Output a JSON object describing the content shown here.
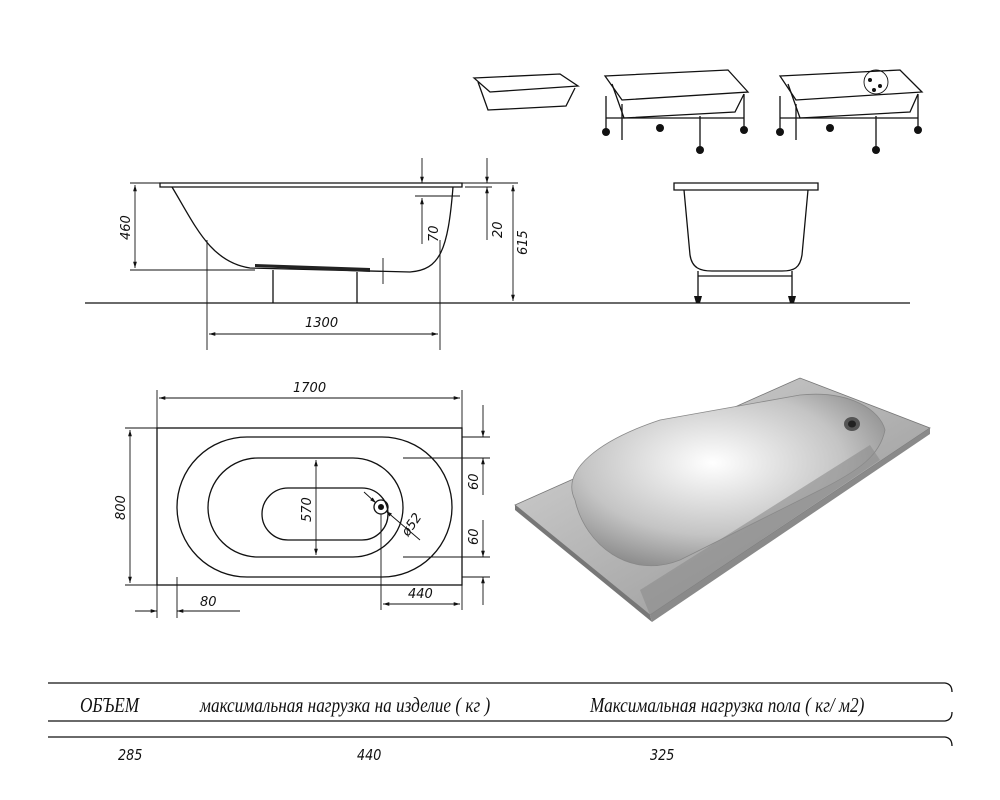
{
  "dimensions": {
    "depth": "460",
    "overflow_offset": "70",
    "rim_thickness": "20",
    "total_height": "615",
    "bottom_length": "1300",
    "length": "1700",
    "width": "800",
    "inner_width": "570",
    "drain_diameter": "ø52",
    "side_offset_top": "60",
    "side_offset_bottom": "60",
    "left_offset": "80",
    "drain_offset": "440"
  },
  "table": {
    "headers": [
      "ОБЪЕМ",
      "максимальная нагрузка на изделие ( кг )",
      "Максимальная нагрузка пола ( кг/ м2)"
    ],
    "values": [
      "285",
      "440",
      "325"
    ]
  },
  "colors": {
    "line": "#111111",
    "render": "#9a9a9a"
  }
}
